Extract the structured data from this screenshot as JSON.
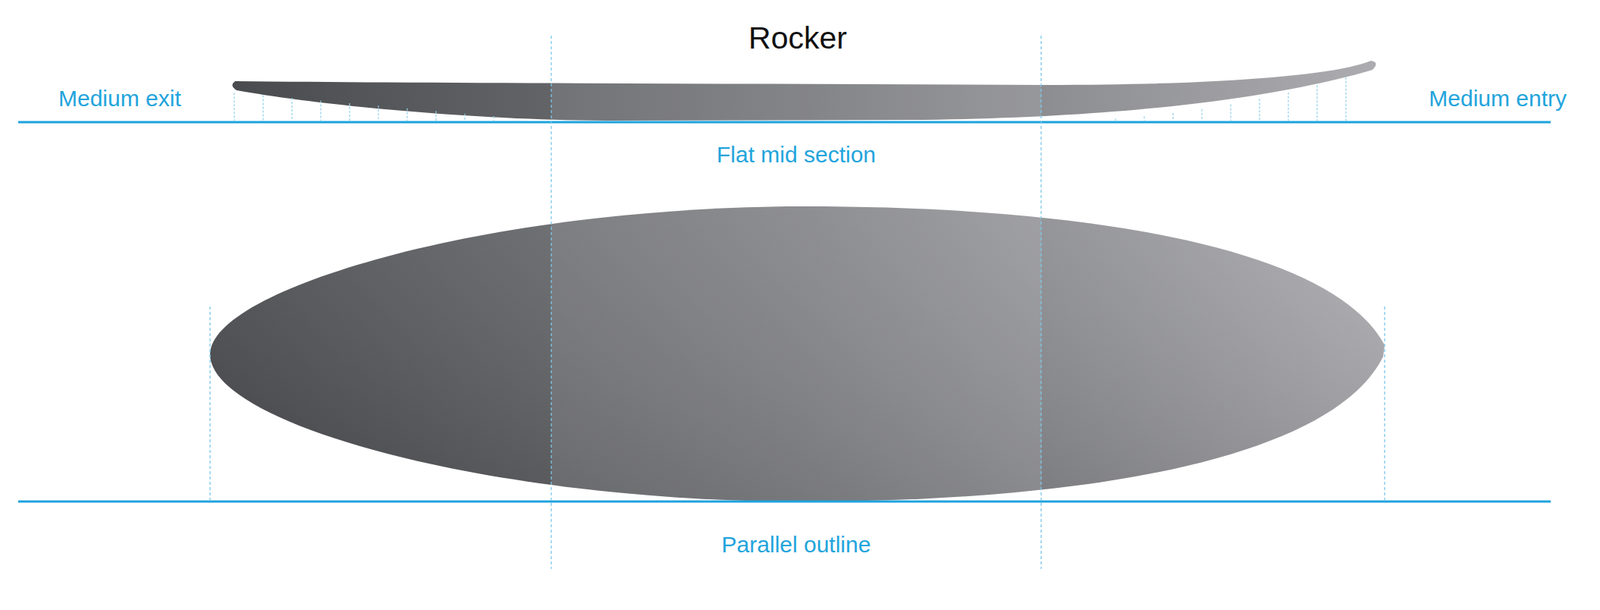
{
  "diagram": {
    "title": "Rocker",
    "labels": [
      "Medium exit",
      "Medium entry",
      "Flat mid section",
      "Parallel outline"
    ]
  }
}
